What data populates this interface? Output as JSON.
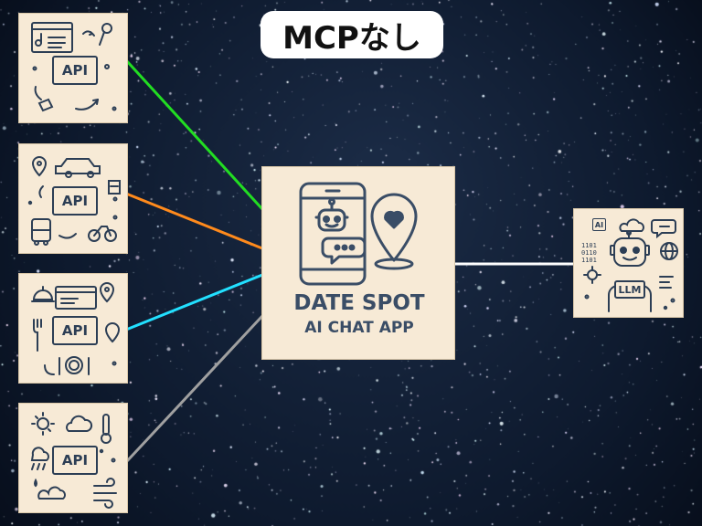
{
  "title": "MCPなし",
  "api_cards": [
    {
      "label": "API",
      "theme": "music-events"
    },
    {
      "label": "API",
      "theme": "transport"
    },
    {
      "label": "API",
      "theme": "restaurant"
    },
    {
      "label": "API",
      "theme": "weather"
    }
  ],
  "app": {
    "line1": "DATE SPOT",
    "line2": "AI CHAT APP"
  },
  "llm": {
    "label": "LLM",
    "ai_badge": "AI",
    "binary": [
      "1101",
      "0110",
      "1101"
    ]
  },
  "connector_colors": [
    "#22dd22",
    "#ff8a1c",
    "#22e0ff",
    "#a0a0a0",
    "#ffffff"
  ],
  "card_color": "#f7ead6",
  "icon_color": "#2c3e55"
}
